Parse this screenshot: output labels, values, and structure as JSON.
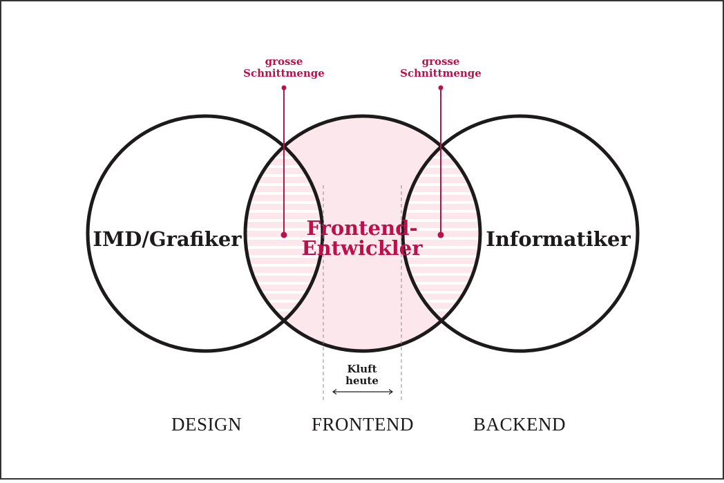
{
  "colors": {
    "accent": "#b8124c",
    "fill_pink": "#fce8ec",
    "ink": "#1c1a1a",
    "frame": "#333333"
  },
  "diagram": {
    "circles": {
      "left": "IMD/Grafiker",
      "center_line1": "Frontend-",
      "center_line2": "Entwickler",
      "right": "Informatiker"
    },
    "callouts": [
      {
        "line1": "grosse",
        "line2": "Schnittmenge"
      },
      {
        "line1": "grosse",
        "line2": "Schnittmenge"
      }
    ],
    "gap": {
      "line1": "Kluft",
      "line2": "heute"
    },
    "domains": [
      "DESIGN",
      "FRONTEND",
      "BACKEND"
    ]
  }
}
